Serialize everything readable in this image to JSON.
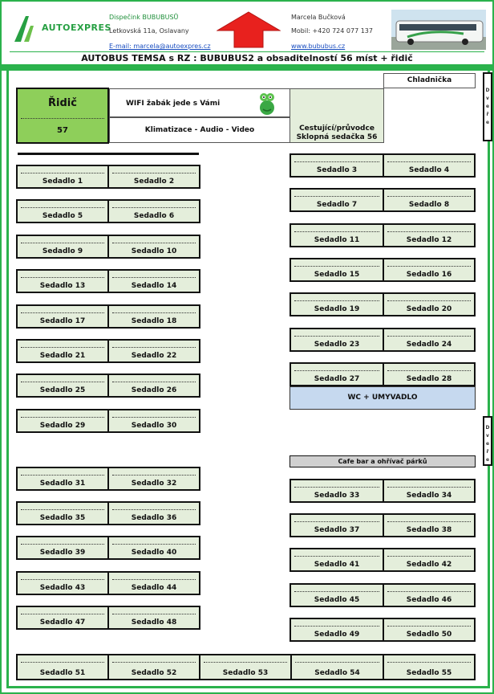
{
  "header": {
    "logo_text": "AUTOEXPRES",
    "dispatch": "Dispečink BUBUBUSŮ",
    "address": "Letkovská 11a, Oslavany",
    "email": "E-mail: marcela@autoexpres.cz",
    "contact_name": "Marcela Bučková",
    "mobile": "Mobil: +420 724 077 137",
    "web": "www.bububus.cz",
    "accent_color": "#2bb24c",
    "arrow_color": "#e8211e"
  },
  "title": "AUTOBUS TEMSA s RZ : BUBUBUS2 a obsaditelností 56 míst + řidič",
  "front": {
    "driver_label": "Řidič",
    "driver_number": "57",
    "wifi": "WIFI žabák jede s Vámi",
    "climate": "Klimatizace - Audio - Video",
    "guide_line1": "Cestující/průvodce",
    "guide_line2": "Sklopná sedačka 56",
    "fridge": "Chladnička"
  },
  "door_label": "Dveře",
  "wc_label": "WC + UMYVADLO",
  "cafe_label": "Cafe bar a ohřívač párků",
  "seats": {
    "s1": "Sedadlo 1",
    "s2": "Sedadlo 2",
    "s3": "Sedadlo 3",
    "s4": "Sedadlo 4",
    "s5": "Sedadlo 5",
    "s6": "Sedadlo 6",
    "s7": "Sedadlo 7",
    "s8": "Sedadlo 8",
    "s9": "Sedadlo 9",
    "s10": "Sedadlo 10",
    "s11": "Sedadlo 11",
    "s12": "Sedadlo 12",
    "s13": "Sedadlo 13",
    "s14": "Sedadlo 14",
    "s15": "Sedadlo 15",
    "s16": "Sedadlo 16",
    "s17": "Sedadlo 17",
    "s18": "Sedadlo 18",
    "s19": "Sedadlo 19",
    "s20": "Sedadlo 20",
    "s21": "Sedadlo 21",
    "s22": "Sedadlo 22",
    "s23": "Sedadlo 23",
    "s24": "Sedadlo 24",
    "s25": "Sedadlo 25",
    "s26": "Sedadlo 26",
    "s27": "Sedadlo 27",
    "s28": "Sedadlo 28",
    "s29": "Sedadlo 29",
    "s30": "Sedadlo 30",
    "s31": "Sedadlo 31",
    "s32": "Sedadlo 32",
    "s33": "Sedadlo 33",
    "s34": "Sedadlo 34",
    "s35": "Sedadlo 35",
    "s36": "Sedadlo 36",
    "s37": "Sedadlo 37",
    "s38": "Sedadlo 38",
    "s39": "Sedadlo 39",
    "s40": "Sedadlo 40",
    "s41": "Sedadlo 41",
    "s42": "Sedadlo 42",
    "s43": "Sedadlo 43",
    "s44": "Sedadlo 44",
    "s45": "Sedadlo 45",
    "s46": "Sedadlo 46",
    "s47": "Sedadlo 47",
    "s48": "Sedadlo 48",
    "s49": "Sedadlo 49",
    "s50": "Sedadlo 50",
    "s51": "Sedadlo 51",
    "s52": "Sedadlo 52",
    "s53": "Sedadlo 53",
    "s54": "Sedadlo 54",
    "s55": "Sedadlo 55"
  }
}
